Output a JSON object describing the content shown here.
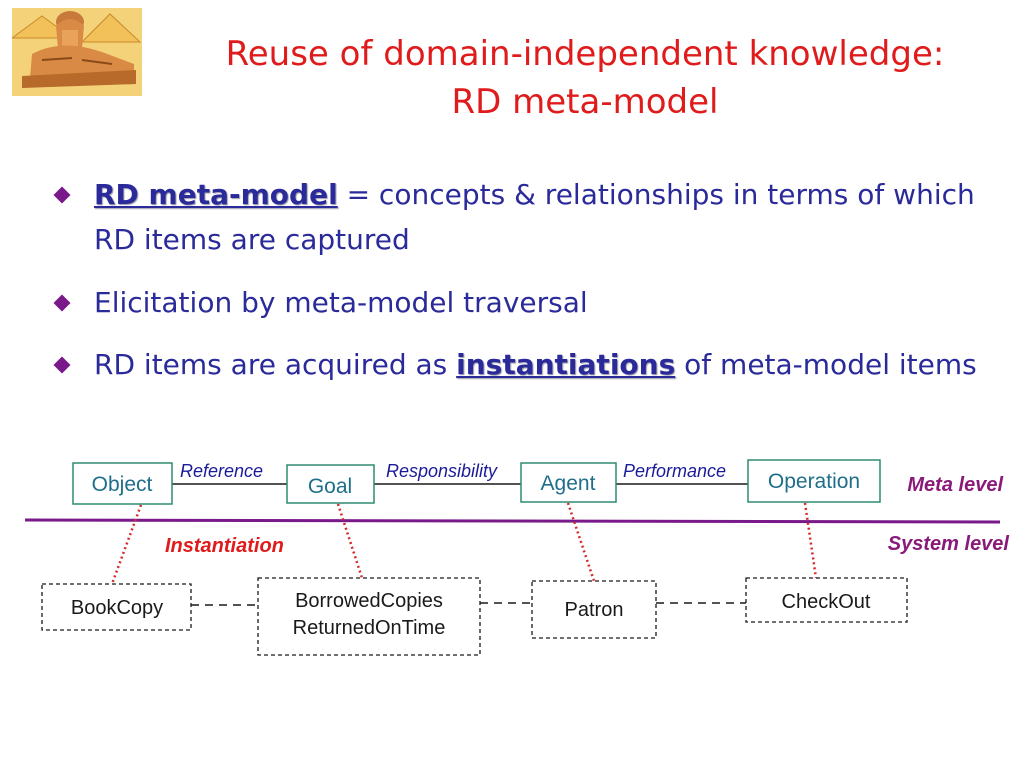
{
  "title": {
    "line1": "Reuse of domain-independent knowledge:",
    "line2": "RD meta-model"
  },
  "bullets": [
    {
      "emphasis": "RD meta-model",
      "text": " =  concepts & relationships in terms of which RD items are captured"
    },
    {
      "text": "Elicitation by meta-model traversal"
    },
    {
      "before": "RD items are acquired as ",
      "emphasis": "instantiations",
      "after": " of meta-model items"
    }
  ],
  "diagram": {
    "meta_nodes": [
      "Object",
      "Goal",
      "Agent",
      "Operation"
    ],
    "meta_relations": [
      "Reference",
      "Responsibility",
      "Performance"
    ],
    "meta_level_label": "Meta level",
    "system_level_label": "System level",
    "instantiation_label": "Instantiation",
    "system_nodes": [
      {
        "lines": [
          "BookCopy"
        ]
      },
      {
        "lines": [
          "BorrowedCopies",
          "ReturnedOnTime"
        ]
      },
      {
        "lines": [
          "Patron"
        ]
      },
      {
        "lines": [
          "CheckOut"
        ]
      }
    ]
  },
  "colors": {
    "title": "#e01b1b",
    "bullet_text": "#2a2a9a",
    "bullet_mark": "#7a1a8a",
    "meta_box_border": "#2e8b72",
    "meta_box_text": "#1f6f8b",
    "relation_text": "#1b1b9a",
    "level_label": "#8a1a7a",
    "instantiation_label": "#e01b1b",
    "instantiation_link": "#d42a2a",
    "separator": "#7a1a8a"
  },
  "logo_icon": "sphinx-icon"
}
